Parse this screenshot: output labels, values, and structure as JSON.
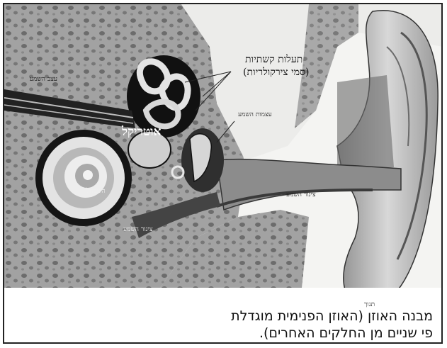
{
  "labels": {
    "semicircular_canals_line1": "תעלות קשתיות",
    "semicircular_canals_line2": "(סמי צירקולריות)",
    "utricle": "אוטריקל",
    "cochlea": "השבלול",
    "auditory_nerve": "עצב השמע",
    "ossicles": "עצמות השמע",
    "ear_canal": "צינור השמע",
    "auricle": "תנוך",
    "eustachian_tube": "צינור השמע"
  },
  "caption": {
    "line1": "מבנה האוזן (האוזן הפנימית מוגדלת",
    "line2": "פי שניים מן החלקים האחרים)."
  },
  "colors": {
    "frame": "#222222",
    "bone": "#9a9a9a",
    "dark_tissue": "#2a2a2a",
    "skin": "#cfcfcf"
  }
}
